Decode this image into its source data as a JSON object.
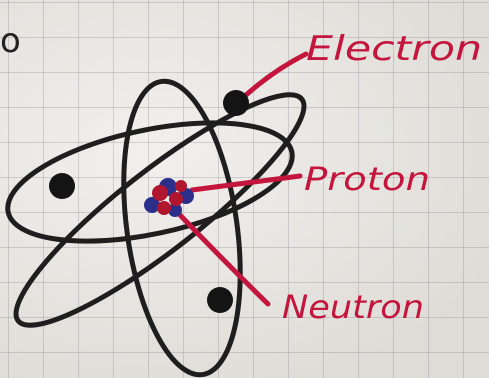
{
  "diagram": {
    "corner_mark": "o",
    "labels": {
      "electron": "Electron",
      "proton": "Proton",
      "neutron": "Neutron"
    },
    "colors": {
      "ink": "#1e1e1e",
      "label_ink": "#c4163c",
      "proton": "#b0162e",
      "neutron": "#2b2f8a",
      "paper": "#ebe8e3",
      "grid": "#8a8a94"
    }
  }
}
